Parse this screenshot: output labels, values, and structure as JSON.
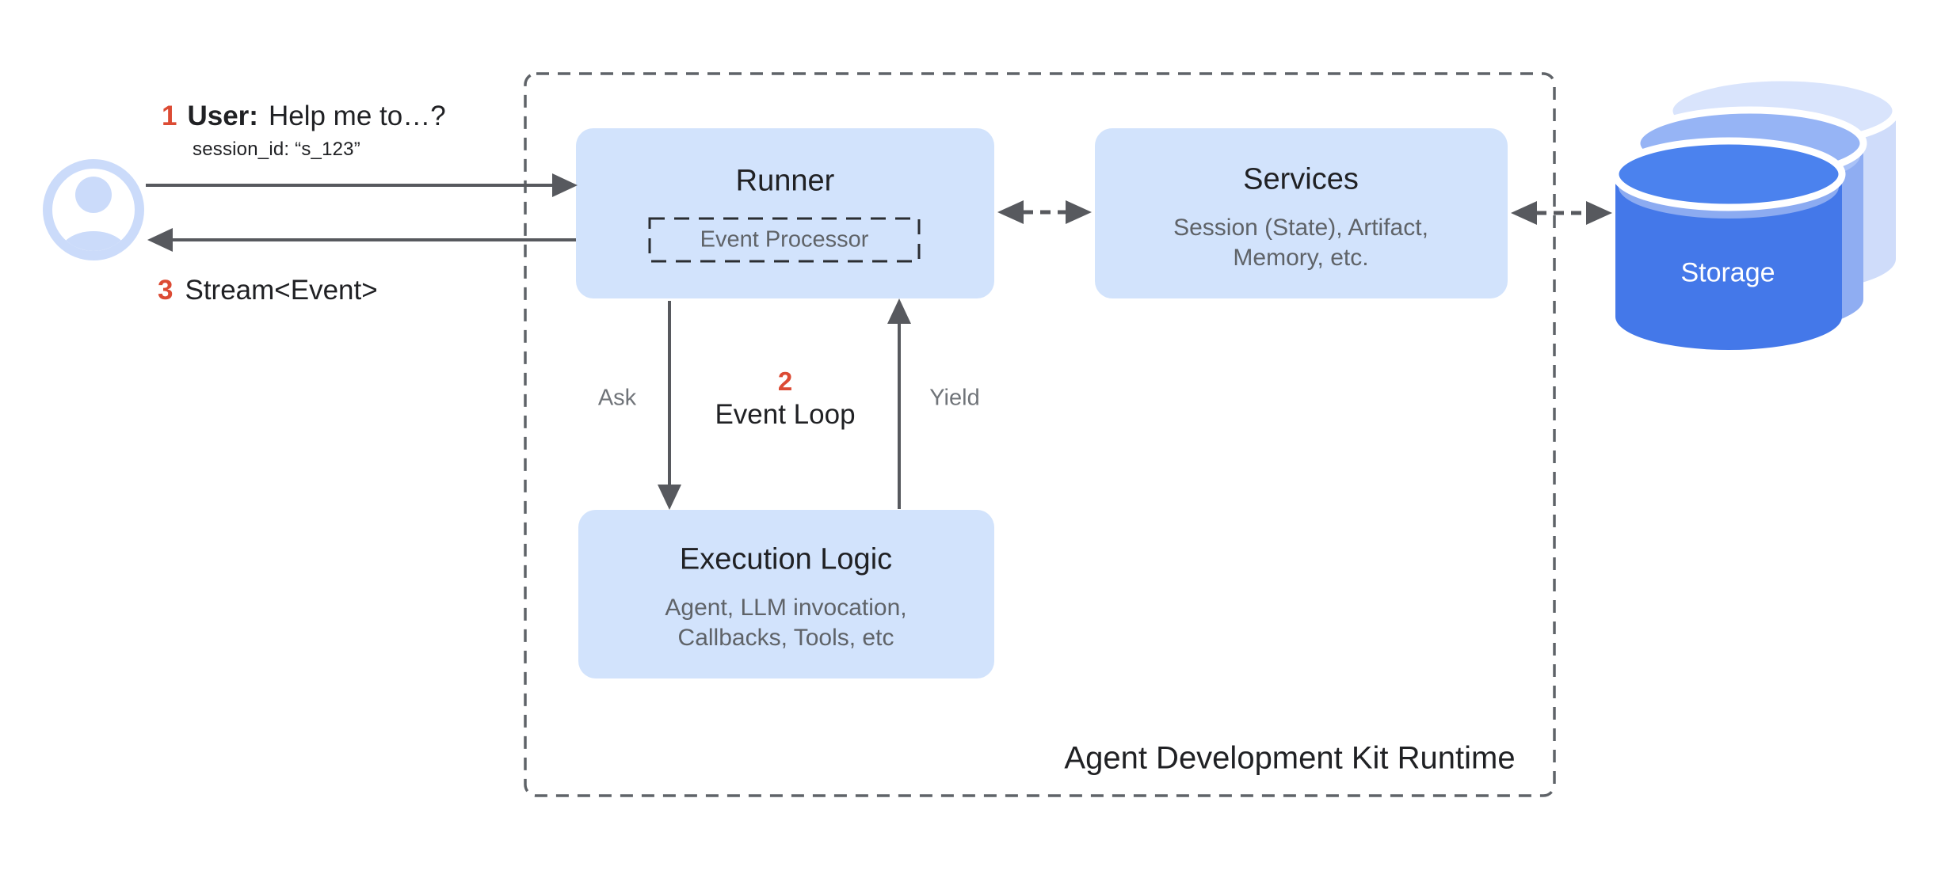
{
  "diagram": {
    "runtime": {
      "label": "Agent Development Kit Runtime"
    },
    "steps": {
      "one": {
        "number": "1",
        "label": "User:",
        "text": "Help me to…?",
        "session": "session_id: “s_123”"
      },
      "two": {
        "number": "2",
        "label": "Event Loop"
      },
      "three": {
        "number": "3",
        "text": "Stream<Event>"
      }
    },
    "runner": {
      "title": "Runner",
      "subcomponent": "Event Processor"
    },
    "services": {
      "title": "Services",
      "subtitle": "Session (State), Artifact,\nMemory, etc."
    },
    "execution_logic": {
      "title": "Execution Logic",
      "subtitle": "Agent, LLM invocation,\nCallbacks, Tools, etc"
    },
    "edges": {
      "ask": "Ask",
      "yield": "Yield"
    },
    "storage": {
      "label": "Storage"
    },
    "colors": {
      "box_fill": "#d2e3fc",
      "accent_red": "#dc4b34",
      "text_dark": "#202124",
      "text_gray": "#5f6368",
      "arrow_gray": "#57595e",
      "dashed_border": "#5f6368",
      "avatar_blue": "#cbdbfa",
      "storage_front": "#4478e9",
      "storage_middle": "#8fadf2",
      "storage_back": "#cfdcfa"
    }
  }
}
